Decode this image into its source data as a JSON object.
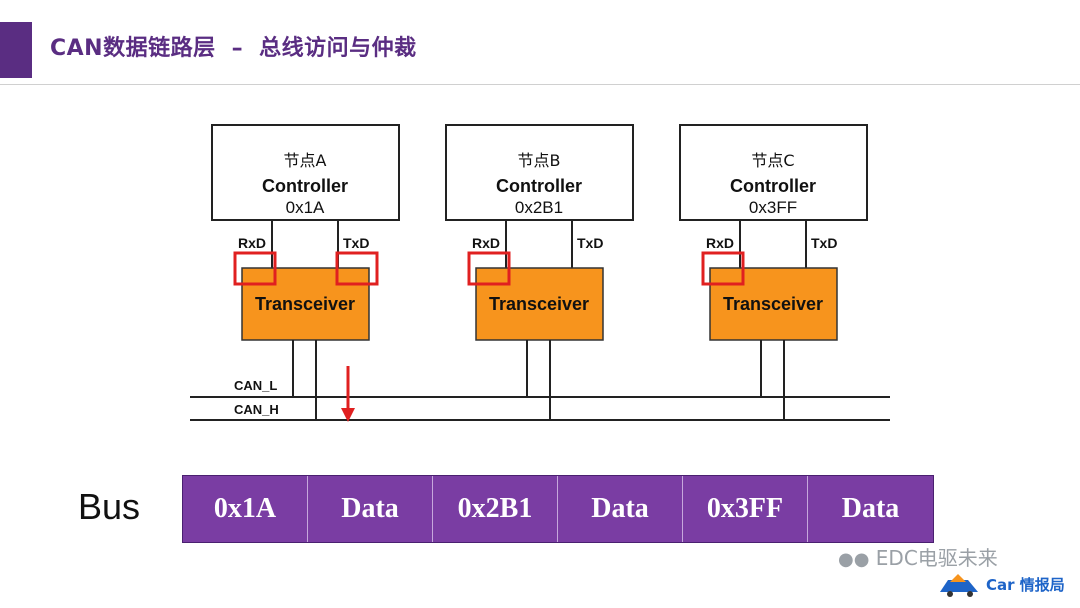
{
  "title": {
    "main": "CAN数据链路层",
    "separator": "–",
    "sub": "总线访问与仲裁"
  },
  "nodes": [
    {
      "name": "节点A",
      "role": "Controller",
      "id": "0x1A",
      "rx": "RxD",
      "tx": "TxD",
      "transceiver": "Transceiver"
    },
    {
      "name": "节点B",
      "role": "Controller",
      "id": "0x2B1",
      "rx": "RxD",
      "tx": "TxD",
      "transceiver": "Transceiver"
    },
    {
      "name": "节点C",
      "role": "Controller",
      "id": "0x3FF",
      "rx": "RxD",
      "tx": "TxD",
      "transceiver": "Transceiver"
    }
  ],
  "bus_lines": {
    "can_l": "CAN_L",
    "can_h": "CAN_H"
  },
  "bus_sequence": {
    "label": "Bus",
    "cells": [
      "0x1A",
      "Data",
      "0x2B1",
      "Data",
      "0x3FF",
      "Data"
    ]
  },
  "watermark": "EDC电驱未来",
  "logo_text": "Car 情报局",
  "colors": {
    "title": "#5a2d82",
    "transceiver_fill": "#f7941d",
    "highlight_box": "#e02020",
    "arrow": "#e02020",
    "bus_cell_fill": "#7a3da3"
  }
}
